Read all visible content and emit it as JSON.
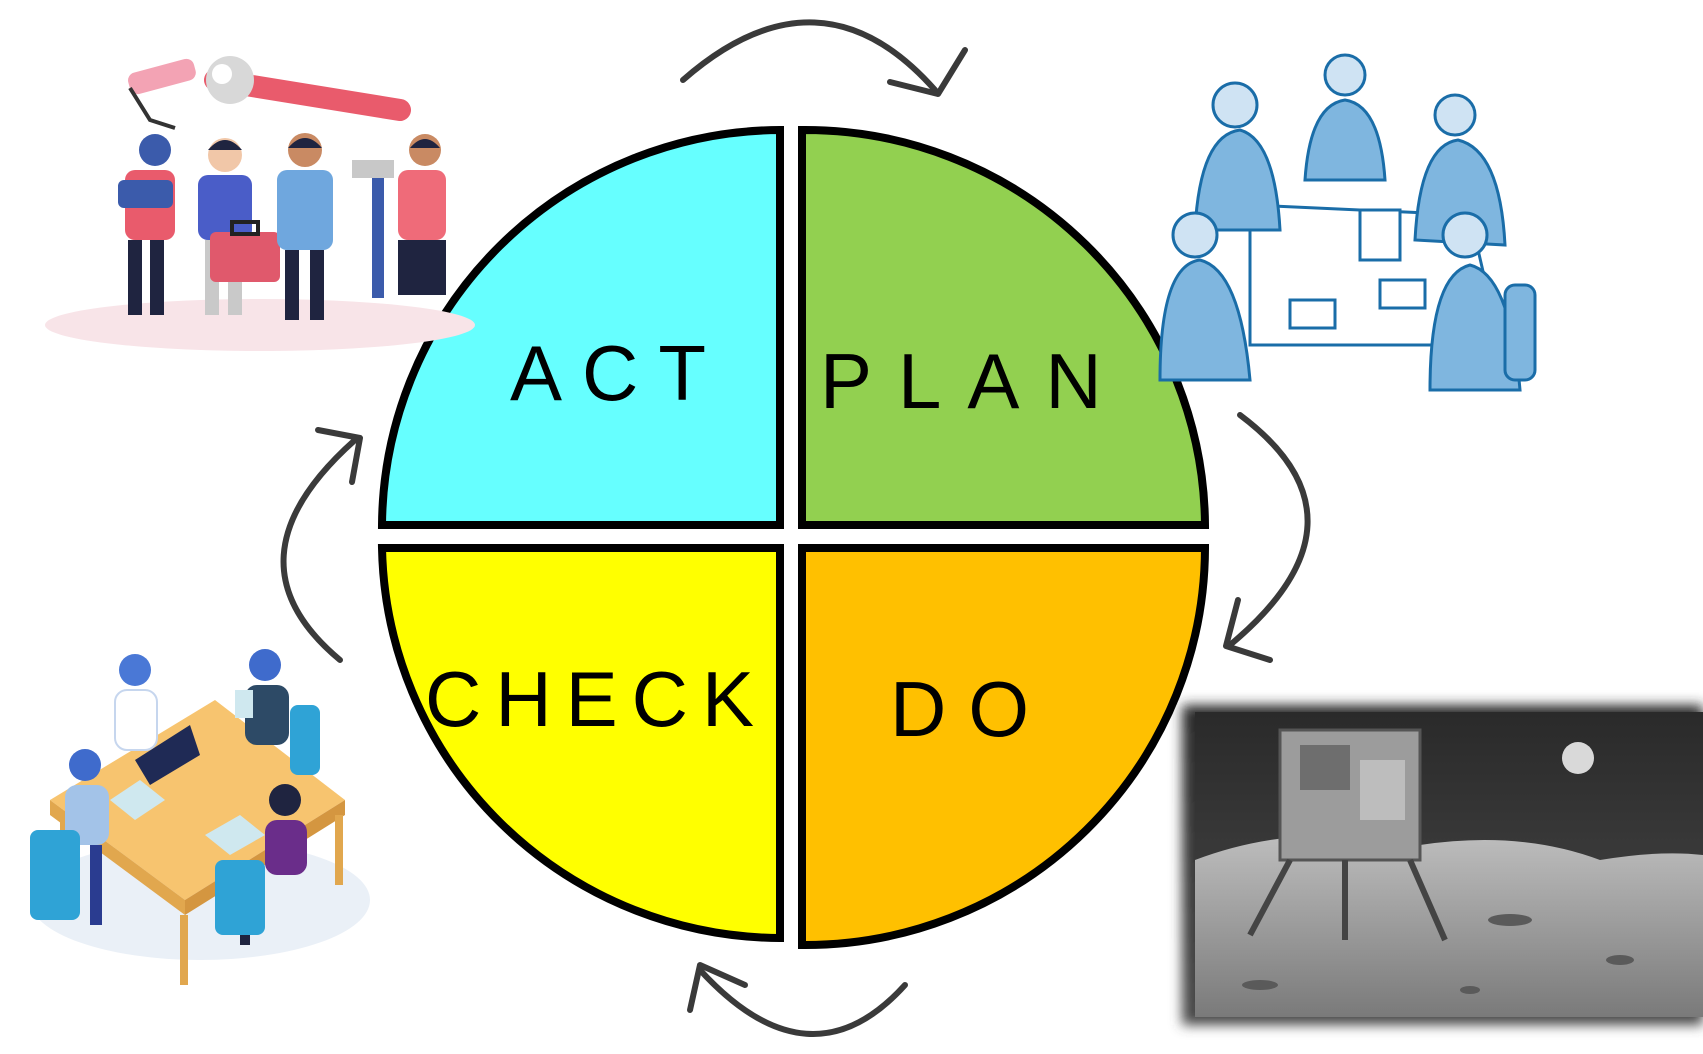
{
  "cycle": {
    "quadrants": {
      "plan": {
        "label": "PLAN",
        "color": "#92D050"
      },
      "do": {
        "label": "DO",
        "color": "#FFC000"
      },
      "check": {
        "label": "CHECK",
        "color": "#FFFF00"
      },
      "act": {
        "label": "ACT",
        "color": "#66FFFF"
      }
    },
    "outline_color": "#000000",
    "arrow_color": "#3a3a3a"
  },
  "illustrations": {
    "act": "workers-with-tools-illustration",
    "plan": "business-meeting-sketch",
    "do": "lunar-lander-photo",
    "check": "team-at-table-illustration"
  }
}
